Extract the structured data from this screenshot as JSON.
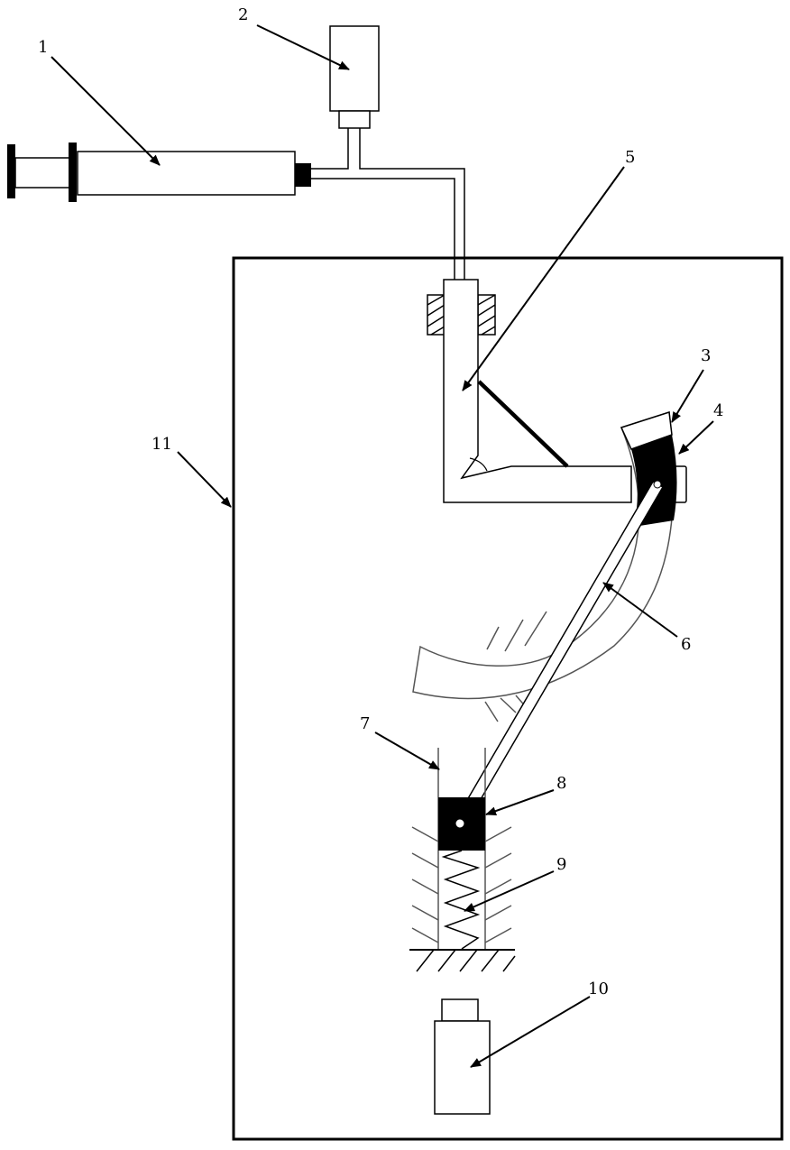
{
  "labels": {
    "l1": "1",
    "l2": "2",
    "l3": "3",
    "l4": "4",
    "l5": "5",
    "l6": "6",
    "l7": "7",
    "l8": "8",
    "l9": "9",
    "l10": "10",
    "l11": "11"
  },
  "colors": {
    "line": "#000000",
    "gray_line": "#555555",
    "fill_black": "#000000",
    "background": "#ffffff"
  }
}
